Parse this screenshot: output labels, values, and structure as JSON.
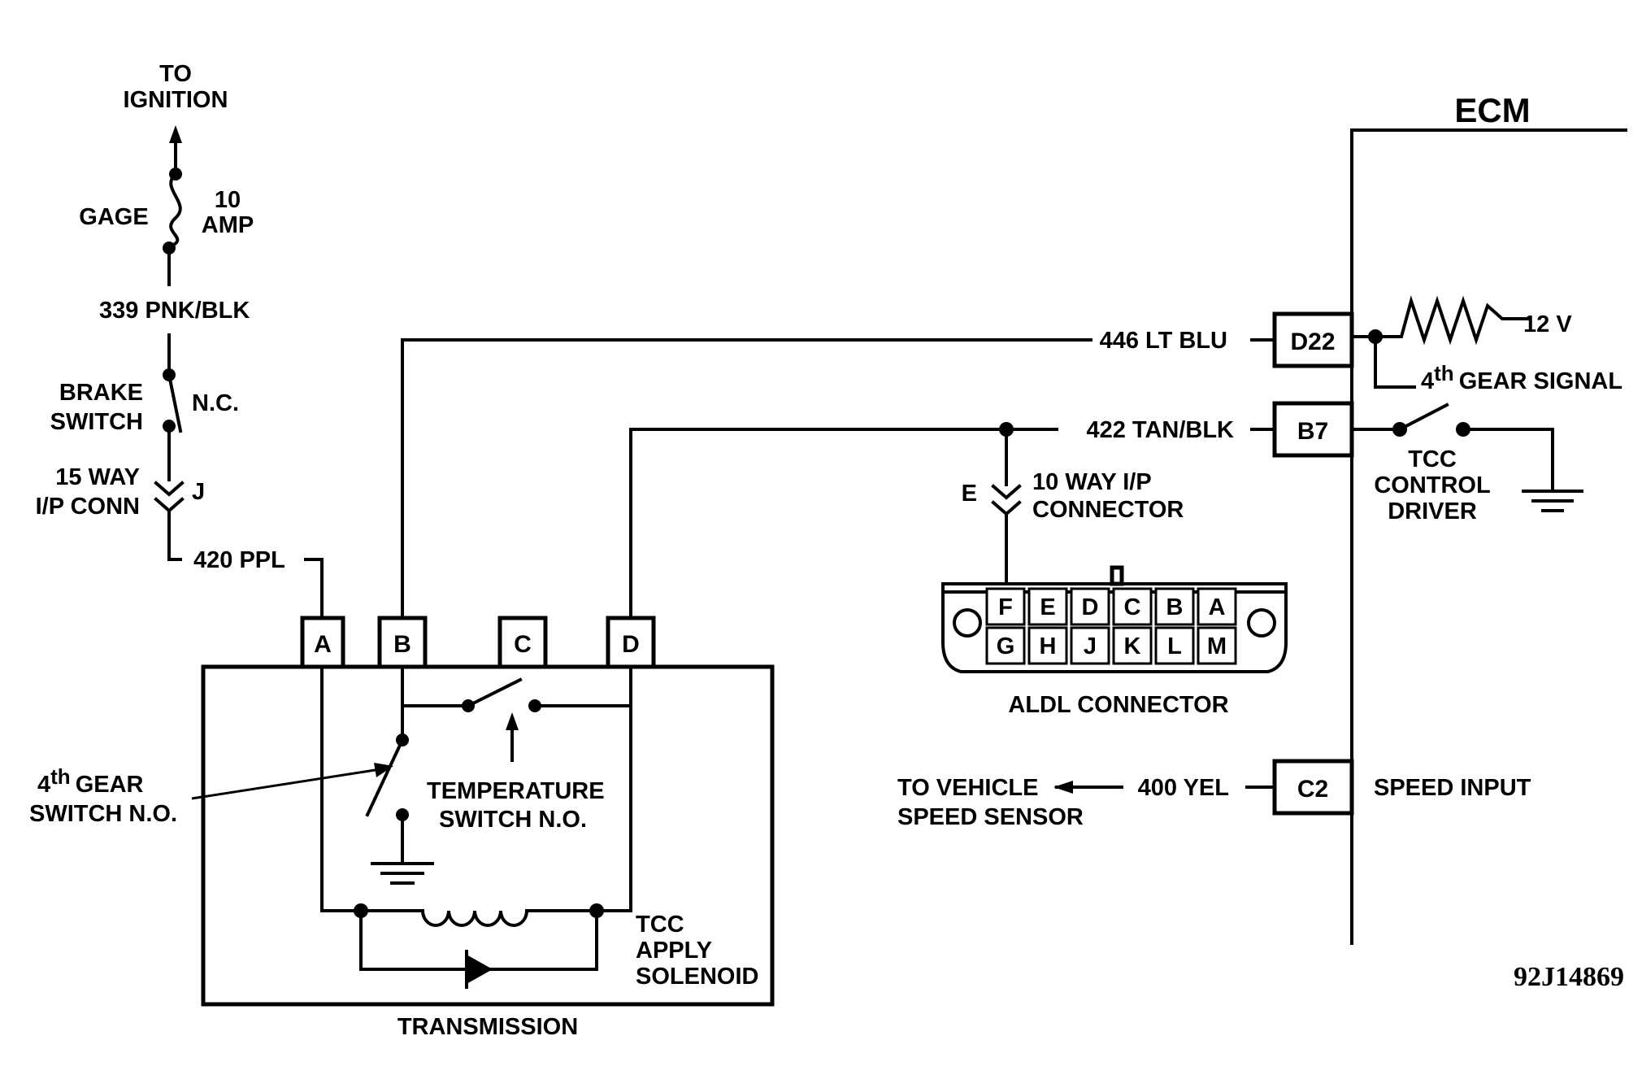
{
  "labels": {
    "to_ignition_1": "TO",
    "to_ignition_2": "IGNITION",
    "gage": "GAGE",
    "fuse_rating_1": "10",
    "fuse_rating_2": "AMP",
    "wire_339": "339 PNK/BLK",
    "brake_switch_1": "BRAKE",
    "brake_switch_2": "SWITCH",
    "brake_nc": "N.C.",
    "ip_conn_1": "15 WAY",
    "ip_conn_2": "I/P CONN",
    "ip_conn_pin": "J",
    "wire_420": "420 PPL",
    "wire_446": "446 LT BLU",
    "wire_422": "422 TAN/BLK",
    "wire_400": "400 YEL",
    "ecm": "ECM",
    "volt_12": "12 V",
    "gear4_signal_prefix": "4",
    "gear4_signal_sup": "th",
    "gear4_signal_suffix": "GEAR SIGNAL",
    "tcc_driver_1": "TCC",
    "tcc_driver_2": "CONTROL",
    "tcc_driver_3": "DRIVER",
    "speed_input": "SPEED INPUT",
    "to_vss_1": "TO VEHICLE",
    "to_vss_2": "SPEED SENSOR",
    "ten_way_pin": "E",
    "ten_way_1": "10 WAY I/P",
    "ten_way_2": "CONNECTOR",
    "aldl_connector": "ALDL CONNECTOR",
    "gear4_switch_prefix": "4",
    "gear4_switch_sup": "th",
    "gear4_switch_suffix": "GEAR",
    "gear4_switch_2": "SWITCH N.O.",
    "temp_switch_1": "TEMPERATURE",
    "temp_switch_2": "SWITCH N.O.",
    "tcc_solenoid_1": "TCC",
    "tcc_solenoid_2": "APPLY",
    "tcc_solenoid_3": "SOLENOID",
    "transmission": "TRANSMISSION",
    "figure_ref": "92J14869"
  },
  "transmission_pins": [
    "A",
    "B",
    "C",
    "D"
  ],
  "ecm_pins": [
    "D22",
    "B7",
    "C2"
  ],
  "aldl_pins_top": [
    "F",
    "E",
    "D",
    "C",
    "B",
    "A"
  ],
  "aldl_pins_bottom": [
    "G",
    "H",
    "J",
    "K",
    "L",
    "M"
  ]
}
